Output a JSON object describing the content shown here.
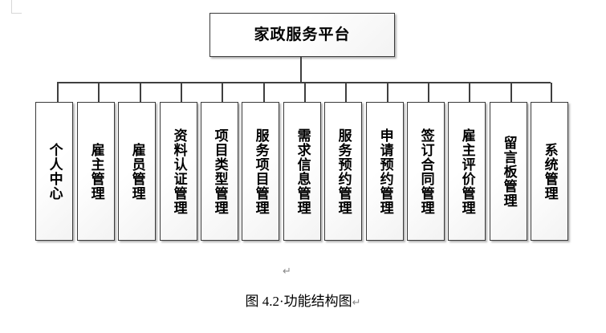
{
  "diagram": {
    "type": "tree",
    "root": {
      "label": "家政服务平台"
    },
    "children": [
      {
        "label": "个人中心"
      },
      {
        "label": "雇主管理"
      },
      {
        "label": "雇员管理"
      },
      {
        "label": "资料认证管理"
      },
      {
        "label": "项目类型管理"
      },
      {
        "label": "服务项目管理"
      },
      {
        "label": "需求信息管理"
      },
      {
        "label": "服务预约管理"
      },
      {
        "label": "申请预约管理"
      },
      {
        "label": "签订合同管理"
      },
      {
        "label": "雇主评价管理"
      },
      {
        "label": "留言板管理"
      },
      {
        "label": "系统管理"
      }
    ],
    "colors": {
      "box_border": "#3a3a3a",
      "box_fill": "#ffffff",
      "connector": "#3f3f3f",
      "shadow": "#787878",
      "text": "#000000",
      "mark": "#8a8a8a"
    }
  },
  "caption": {
    "text": "图 4.2·功能结构图",
    "end_mark": "↵"
  },
  "paragraph_mark": {
    "glyph": "↵"
  }
}
